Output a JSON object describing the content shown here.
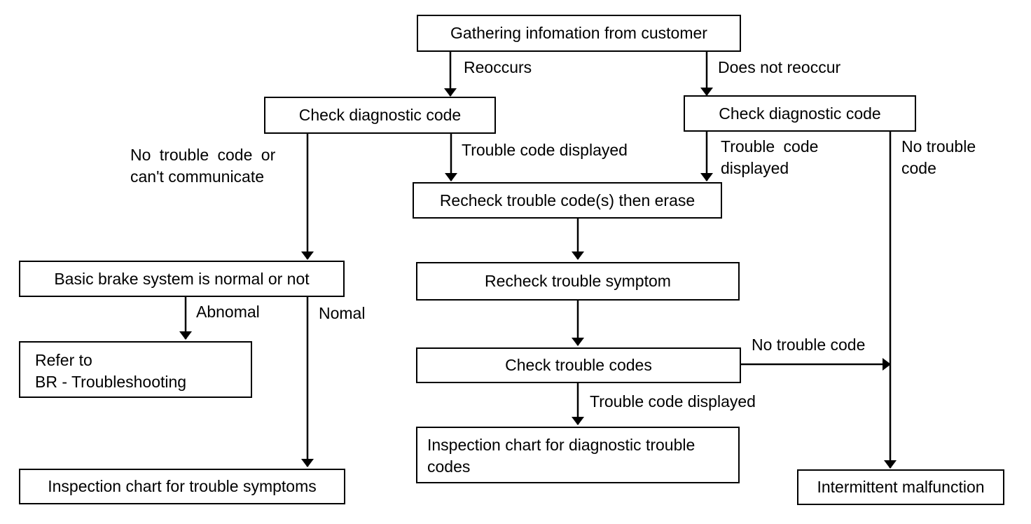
{
  "nodes": {
    "gather": "Gathering infomation from customer",
    "check_left": "Check diagnostic code",
    "check_right": "Check diagnostic code",
    "recheck_erase": "Recheck trouble code(s) then erase",
    "basic_brake": "Basic brake system is normal or not",
    "recheck_symptom": "Recheck trouble symptom",
    "refer_line1": "Refer to",
    "refer_line2": "BR - Troubleshooting",
    "check_codes": "Check trouble codes",
    "inspect_dtc_line1": "Inspection chart for diagnostic trouble",
    "inspect_dtc_line2": "codes",
    "inspect_symptoms": "Inspection chart for trouble symptoms",
    "intermittent": "Intermittent malfunction"
  },
  "edges": {
    "reoccurs": "Reoccurs",
    "not_reoccur": "Does not reoccur",
    "no_code_line1": "No trouble code or",
    "no_code_line2": "can't communicate",
    "code_displayed_1": "Trouble code displayed",
    "code_displayed_2_line1": "Trouble code",
    "code_displayed_2_line2": "displayed",
    "no_code_right_line1": "No trouble",
    "no_code_right_line2": "code",
    "abnormal": "Abnomal",
    "normal": "Nomal",
    "no_code_3": "No trouble code",
    "code_displayed_3": "Trouble code displayed"
  }
}
